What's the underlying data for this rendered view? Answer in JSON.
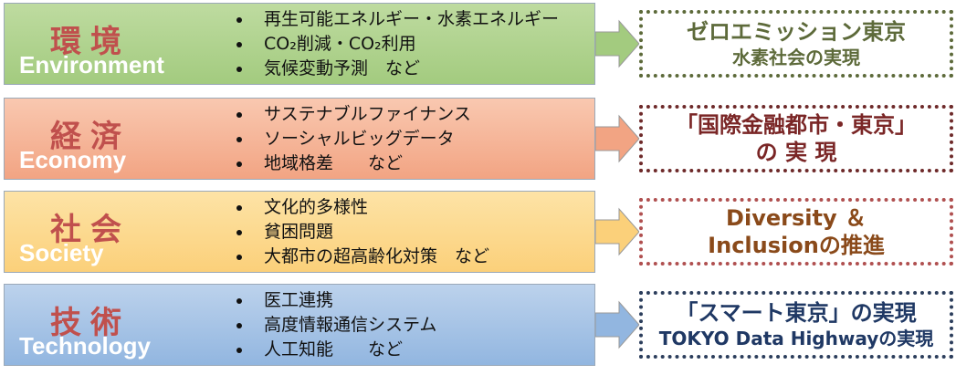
{
  "rows": [
    {
      "jp": "環境",
      "en": "Environment",
      "bullets": [
        "再生可能エネルギー・水素エネルギー",
        "CO₂削減・CO₂利用",
        "気候変動予測　など"
      ],
      "target_line1": "ゼロエミッション東京",
      "target_line2": "水素社会の実現",
      "colors": {
        "band_top": "#bedba0",
        "band_bottom": "#a3cb7f",
        "border": "#5d6a3a",
        "text": "#5d6a3a"
      }
    },
    {
      "jp": "経済",
      "en": "Economy",
      "bullets": [
        "サステナブルファイナンス",
        "ソーシャルビッグデータ",
        "地域格差　　など"
      ],
      "target_line1": "「国際金融都市・東京」",
      "target_line2": "の 実 現",
      "colors": {
        "band_top": "#f9c8b0",
        "band_bottom": "#f2a483",
        "border": "#6e2a2a",
        "text": "#7a2626"
      }
    },
    {
      "jp": "社会",
      "en": "Society",
      "bullets": [
        "文化的多様性",
        "貧困問題",
        "大都市の超高齢化対策　など"
      ],
      "target_line1": "Diversity ＆",
      "target_line2": "Inclusionの推進",
      "colors": {
        "band_top": "#fde3a6",
        "band_bottom": "#fbd07a",
        "border": "#b05050",
        "text": "#8a4a1a"
      }
    },
    {
      "jp": "技術",
      "en": "Technology",
      "bullets": [
        "医工連携",
        "高度情報通信システム",
        "人工知能　　など"
      ],
      "target_line1": "「スマート東京」の実現",
      "target_line2": "TOKYO Data Highwayの実現",
      "colors": {
        "band_top": "#bcd2ec",
        "band_bottom": "#92b6e0",
        "border": "#2c3e5c",
        "text": "#1f3864"
      }
    }
  ]
}
